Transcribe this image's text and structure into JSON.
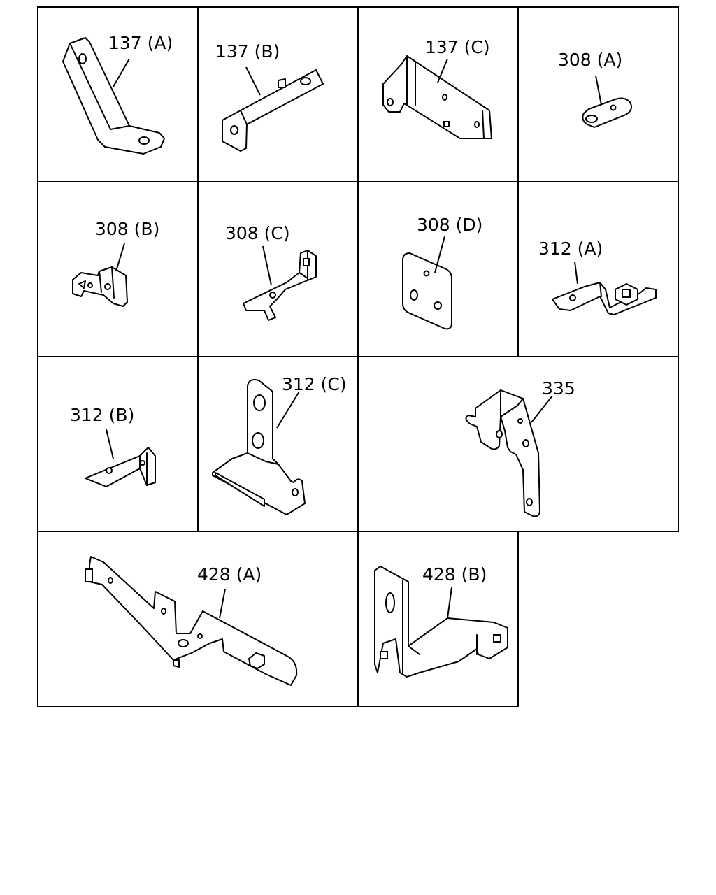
{
  "parts": [
    {
      "label": "137 (A)"
    },
    {
      "label": "137 (B)"
    },
    {
      "label": "137 (C)"
    },
    {
      "label": "308 (A)"
    },
    {
      "label": "308 (B)"
    },
    {
      "label": "308 (C)"
    },
    {
      "label": "308 (D)"
    },
    {
      "label": "312 (A)"
    },
    {
      "label": "312 (B)"
    },
    {
      "label": "312 (C)"
    },
    {
      "label": "335"
    },
    {
      "label": "428 (A)"
    },
    {
      "label": "428 (B)"
    }
  ]
}
